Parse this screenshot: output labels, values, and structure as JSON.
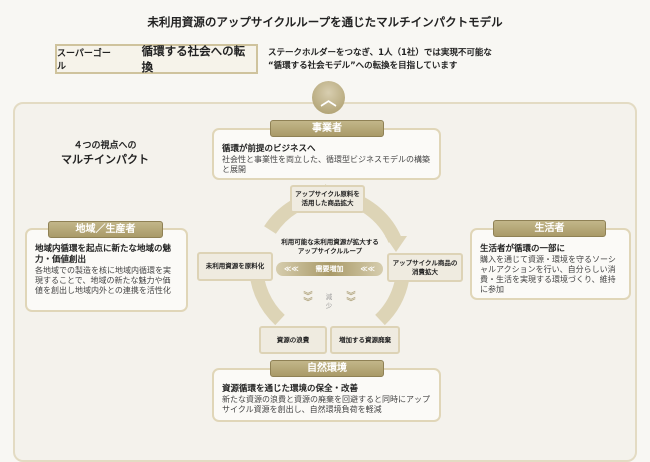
{
  "title": "未利用資源のアップサイクルループを通じたマルチインパクトモデル",
  "goal": {
    "label": "スーパーゴール",
    "value": "循環する社会への転換"
  },
  "goal_desc": [
    "ステークホルダーをつなぎ、1人（1社）では実現不可能な",
    "“循環する社会モデル”への転換を目指しています"
  ],
  "views": [
    "４つの視点への",
    "マルチインパクト"
  ],
  "business": {
    "label": "事業者",
    "heading": "循環が前提のビジネスへ",
    "body": "社会性と事業性を両立した、循環型ビジネスモデルの構築と展開"
  },
  "region": {
    "label": "地域／生産者",
    "heading": "地域内循環を起点に新たな地域の魅力・価値創出",
    "body": "各地域での製造を核に地域内循環を実現することで、地域の新たな魅力や価値を創出し地域内外との連携を活性化"
  },
  "consumer": {
    "label": "生活者",
    "heading": "生活者が循環の一部に",
    "body": "購入を通じて資源・環境を守るソーシャルアクションを行い、自分らしい消費・生活を実現する環境づくり、維持に参加"
  },
  "nature": {
    "label": "自然環境",
    "heading": "資源循環を通じた環境の保全・改善",
    "body": "新たな資源の浪費と資源の廃棄を回避すると同時にアップサイクル資源を創出し、自然環境負荷を軽減"
  },
  "loop": {
    "top": "アップサイクル原料を活用した商品拡大",
    "left": "未利用資源を原料化",
    "right": "アップサイクル商品の消費拡大",
    "center": [
      "利用可能な未利用資源が拡大する",
      "アップサイクルループ"
    ],
    "demand": "需要増加",
    "chev": "≪≪",
    "decrease": [
      "減",
      "少"
    ],
    "waste1": "資源の浪費",
    "waste2": "増加する資源廃棄"
  },
  "colors": {
    "gold": "#a99a68",
    "border": "#e0d6b8"
  }
}
